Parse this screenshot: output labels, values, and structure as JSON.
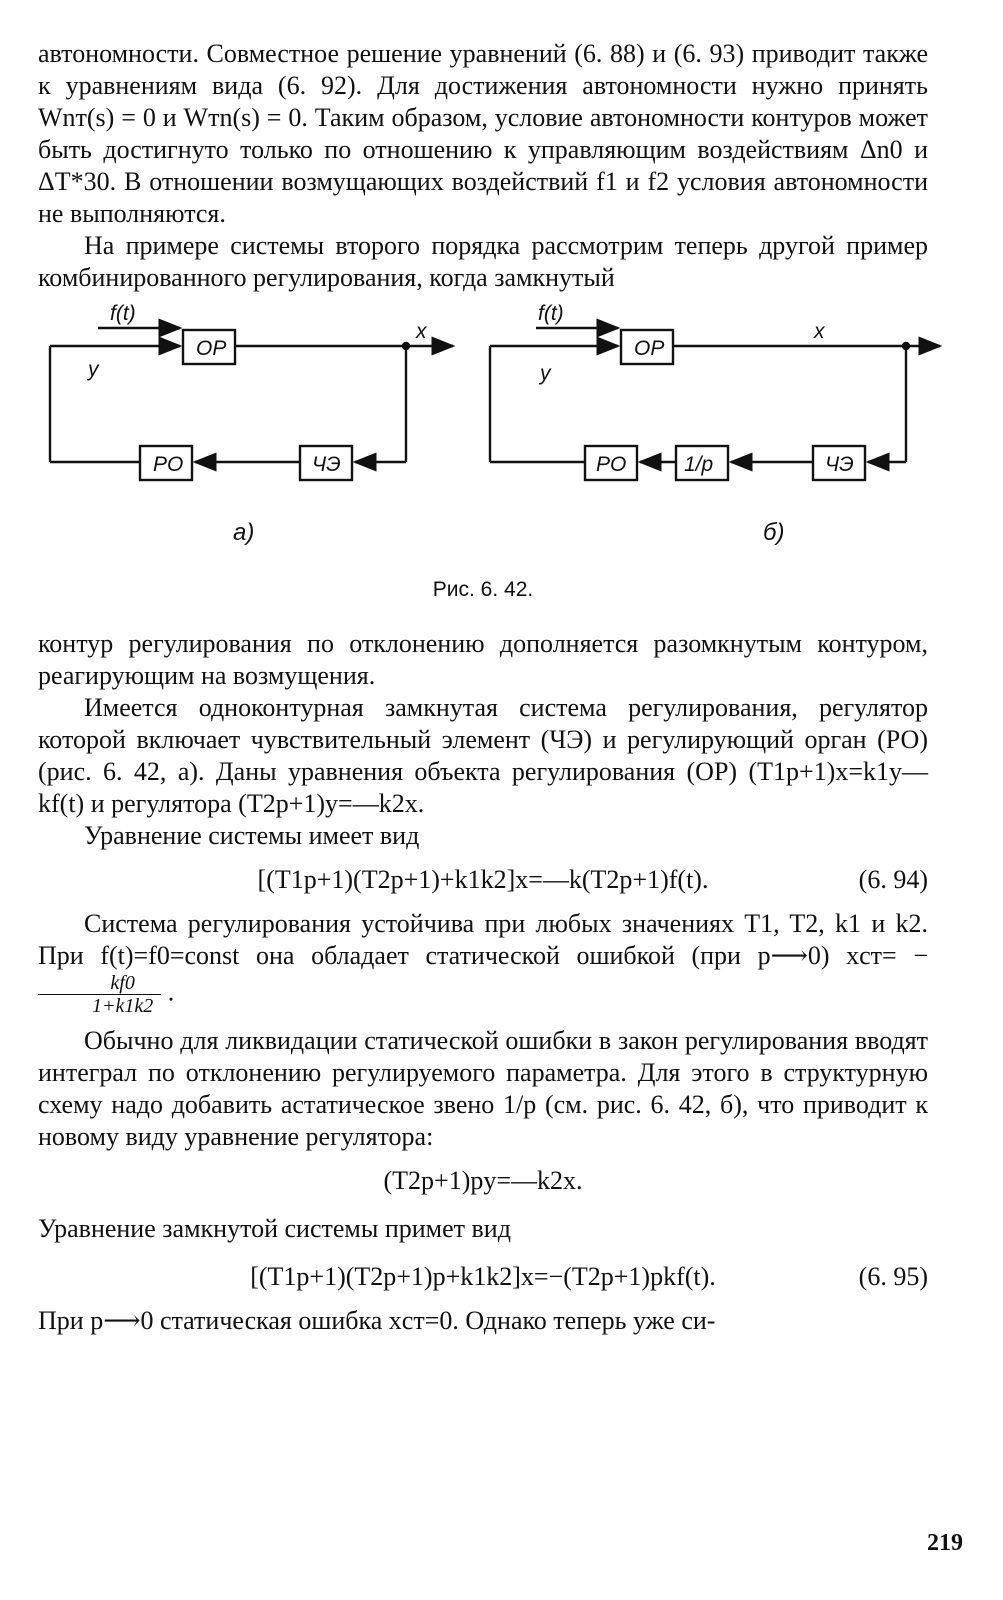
{
  "text": {
    "p1": "автономности. Совместное решение уравнений (6. 88) и (6. 93) приводит также к уравнениям вида (6. 92). Для достижения автономности нужно принять Wnт(s) = 0 и Wтn(s) = 0. Таким образом, условие автономности контуров может быть достигнуто только по отношению к управляющим воздействиям Δn0 и ΔT*30. В отношении возмущающих воздействий f1 и f2 условия автономности не выполняются.",
    "p2": "На примере системы второго порядка рассмотрим теперь другой пример комбинированного регулирования, когда замкнутый",
    "p3": "контур регулирования по отклонению дополняется разомкнутым контуром, реагирующим на возмущения.",
    "p4": "Имеется одноконтурная замкнутая система регулирования, регулятор которой включает чувствительный элемент (ЧЭ) и регулирующий орган (РО) (рис. 6. 42, а). Даны уравнения объекта регулирования (ОР) (T1p+1)x=k1y—kf(t) и регулятора (T2p+1)y=—k2x.",
    "p5": "Уравнение системы имеет вид",
    "eq1": "[(T1p+1)(T2p+1)+k1k2]x=—k(T2p+1)f(t).",
    "eq1_num": "(6. 94)",
    "p6a": "Система регулирования устойчива при любых значениях T1, T2, k1 и k2. При f(t)=f0=const она обладает статической ошибкой (при p⟶0) xст= −",
    "p6_frac_num": "kf0",
    "p6_frac_den": "1+k1k2",
    "p6b": ".",
    "p7": "Обычно для ликвидации статической ошибки в закон регулирования вводят интеграл по отклонению регулируемого параметра. Для этого в структурную схему надо добавить астатическое звено 1/p (см. рис. 6. 42, б), что приводит к новому виду уравнение регулятора:",
    "eq2": "(T2p+1)py=—k2x.",
    "p8": "Уравнение замкнутой системы примет вид",
    "eq3": "[(T1p+1)(T2p+1)p+k1k2]x=−(T2p+1)pkf(t).",
    "eq3_num": "(6. 95)",
    "p9": "При p⟶0 статическая ошибка xст=0. Однако теперь уже си-"
  },
  "figure": {
    "a": {
      "input": "f(t)",
      "feedback": "y",
      "output": "x",
      "plant": "ОР",
      "actuator": "РО",
      "sensor": "ЧЭ",
      "label": "а)"
    },
    "b": {
      "input": "f(t)",
      "feedback": "y",
      "output": "x",
      "plant": "ОР",
      "actuator": "РО",
      "integrator": "1/р",
      "sensor": "ЧЭ",
      "label": "б)"
    },
    "caption": "Рис. 6. 42."
  },
  "page_number": "219"
}
